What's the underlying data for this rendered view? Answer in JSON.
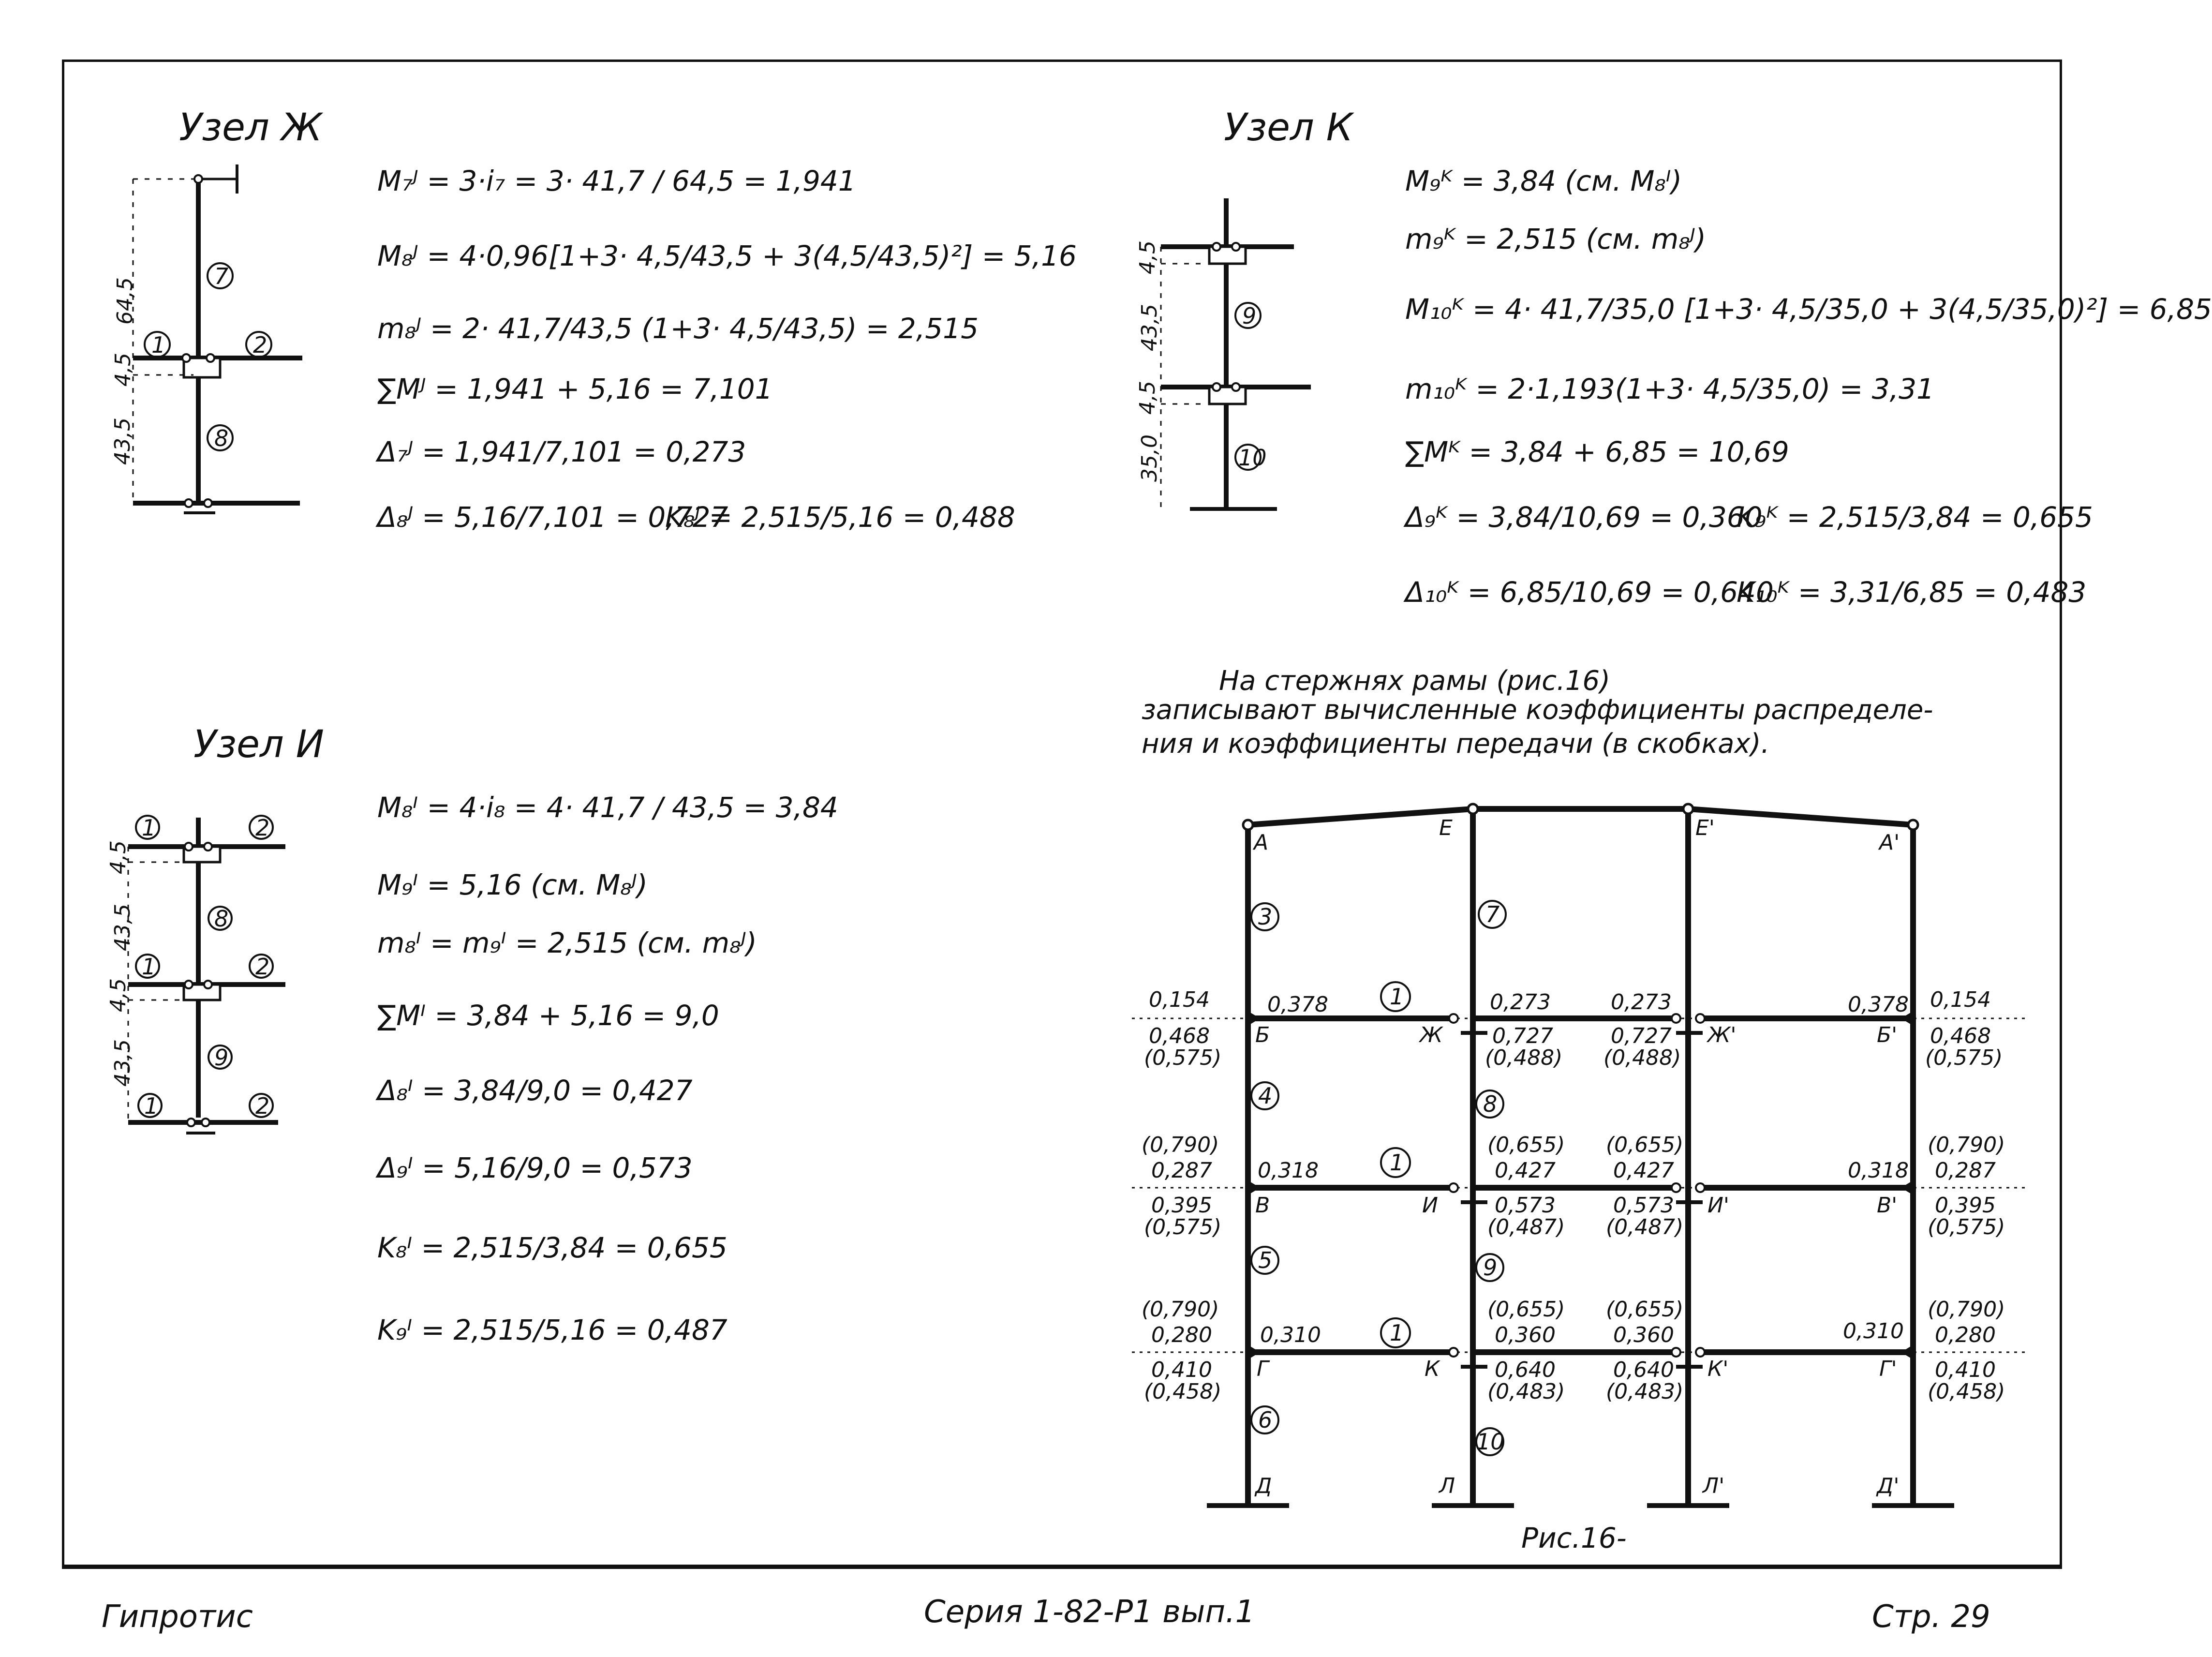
{
  "node_zh": {
    "title": "Узел Ж",
    "dims": [
      "64,5",
      "4,5",
      "43,5"
    ],
    "members": [
      "7",
      "1",
      "2",
      "8"
    ],
    "formulas": [
      "M₇ᴶ = 3·i₇ = 3· 41,7 / 64,5 = 1,941",
      "M₈ᴶ = 4·0,96[1+3· 4,5/43,5 + 3(4,5/43,5)²] = 5,16",
      "m₈ᴶ = 2· 41,7/43,5 (1+3· 4,5/43,5) = 2,515",
      "∑Mᴶ = 1,941 + 5,16 = 7,101",
      "Δ₇ᴶ = 1,941/7,101 = 0,273",
      "Δ₈ᴶ = 5,16/7,101 = 0,727"
    ],
    "k_formula": "K₈ᴶ = 2,515/5,16 = 0,488"
  },
  "node_i": {
    "title": "Узел И",
    "dims": [
      "4,5",
      "43,5",
      "4,5",
      "43,5"
    ],
    "members": [
      "1",
      "2",
      "8",
      "1",
      "2",
      "9",
      "1",
      "2"
    ],
    "formulas": [
      "M₈ᴵ = 4·i₈ = 4· 41,7 / 43,5 = 3,84",
      "M₉ᴵ = 5,16 (см. M₈ᴶ)",
      "m₈ᴵ = m₉ᴵ = 2,515 (см. m₈ᴶ)",
      "∑Mᴵ = 3,84 + 5,16 = 9,0",
      "Δ₈ᴵ = 3,84/9,0 = 0,427",
      "Δ₉ᴵ = 5,16/9,0 = 0,573",
      "K₈ᴵ = 2,515/3,84 = 0,655",
      "K₉ᴵ = 2,515/5,16 = 0,487"
    ]
  },
  "node_k": {
    "title": "Узел К",
    "dims": [
      "4,5",
      "43,5",
      "4,5",
      "35,0"
    ],
    "members": [
      "9",
      "10"
    ],
    "formulas": [
      "M₉ᴷ = 3,84 (см. M₈ᴵ)",
      "m₉ᴷ = 2,515 (см. m₈ᴶ)",
      "M₁₀ᴷ = 4· 41,7/35,0 [1+3· 4,5/35,0 + 3(4,5/35,0)²] = 6,85",
      "m₁₀ᴷ = 2·1,193(1+3· 4,5/35,0) = 3,31",
      "∑Mᴷ = 3,84 + 6,85 = 10,69",
      "Δ₉ᴷ = 3,84/10,69 = 0,360",
      "Δ₁₀ᴷ = 6,85/10,69 = 0,640"
    ],
    "k_formulas": [
      "K₉ᴷ = 2,515/3,84 = 0,655",
      "K₁₀ᴷ = 3,31/6,85 = 0,483"
    ]
  },
  "note": {
    "lines": [
      "На стержнях рамы (рис.16)",
      "записывают вычисленные коэффициенты распределе-",
      "ния и коэффициенты передачи (в скобках)."
    ]
  },
  "frame": {
    "nodes": [
      "А",
      "Е",
      "Е'",
      "А'",
      "Б",
      "Ж",
      "Ж'",
      "Б'",
      "В",
      "И",
      "И'",
      "В'",
      "Г",
      "К",
      "К'",
      "Г'",
      "Д",
      "Л",
      "Л'",
      "Д'"
    ],
    "members": [
      "3",
      "7",
      "4",
      "8",
      "5",
      "9",
      "6",
      "10",
      "1",
      "1",
      "1"
    ],
    "values": [
      "0,154",
      "0,378",
      "0,273",
      "0,273",
      "0,378",
      "0,154",
      "0,468",
      "(0,575)",
      "0,727",
      "(0,488)",
      "0,727",
      "(0,488)",
      "0,468",
      "(0,575)",
      "(0,790)",
      "0,287",
      "0,318",
      "(0,655)",
      "0,427",
      "(0,655)",
      "0,427",
      "0,318",
      "(0,790)",
      "0,287",
      "0,395",
      "(0,575)",
      "0,573",
      "(0,487)",
      "0,573",
      "(0,487)",
      "0,395",
      "(0,575)",
      "(0,790)",
      "0,280",
      "0,310",
      "(0,655)",
      "0,360",
      "(0,655)",
      "0,360",
      "0,310",
      "(0,790)",
      "0,280",
      "0,410",
      "(0,458)",
      "0,640",
      "(0,483)",
      "0,640",
      "(0,483)",
      "0,410",
      "(0,458)"
    ],
    "caption": "Рис.16-"
  },
  "footer": {
    "left": "Гипротис",
    "center": "Серия 1-82-Р1 вып.1",
    "right": "Стр. 29"
  }
}
